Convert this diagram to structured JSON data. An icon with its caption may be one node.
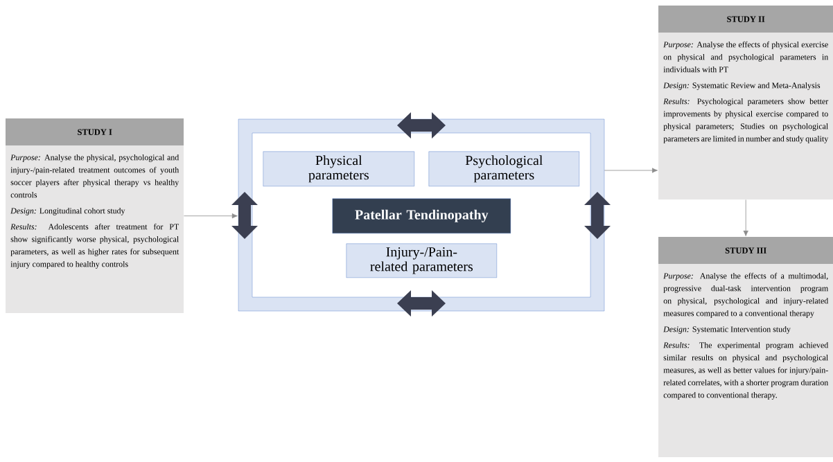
{
  "diagram": {
    "nodes": [
      {
        "text": [
          "STUDY I",
          "*Purpose:* Analyse the physical, psychological and injury-/pain-related treatment outcomes of youth soccer players after physical therapy vs healthy controls",
          "*Design:* Longitudinal cohort study",
          "*Results:* Adolescents after treatment for PT show significantly worse physical, psychological parameters, as well as higher rates for subsequent injury compared to healthy controls"
        ]
      },
      {
        "text": [],
        "shape": "box"
      },
      {
        "text": [
          "Physical parameters"
        ],
        "in": 1
      },
      {
        "text": [
          "Psychological parameters"
        ],
        "in": 1
      },
      {
        "text": [
          "Patellar Tendinopathy"
        ],
        "in": 1
      },
      {
        "text": [
          "Injury-/Pain-related parameters"
        ],
        "in": 1
      },
      {
        "text": [
          "STUDY II",
          "*Purpose:* Analyse the effects of physical exercise on physical and psychological parameters in individuals with PT",
          "*Design:* Systematic Review and Meta-Analysis",
          "*Results:* Psychological parameters show better improvements by physical exercise compared to physical parameters; Studies on psychological parameters are limited in number and study quality"
        ]
      },
      {
        "text": [
          "STUDY III",
          "*Purpose:* Analyse the effects of a multimodal, progressive dual-task intervention program on physical, psychological and injury-related measures compared to a conventional therapy",
          "*Design:* Systematic Intervention study",
          "*Results:* The experimental program achieved similar results on physical and psychological measures, as well as better values for injury/pain-related correlates, with a shorter program duration compared to conventional therapy."
        ]
      }
    ],
    "edges": [
      {
        "from": 0,
        "to": 1,
        "arrow": "to"
      },
      {
        "from": 1,
        "to": 6,
        "arrow": "to"
      },
      {
        "from": 6,
        "to": 7,
        "arrow": "to"
      }
    ]
  }
}
